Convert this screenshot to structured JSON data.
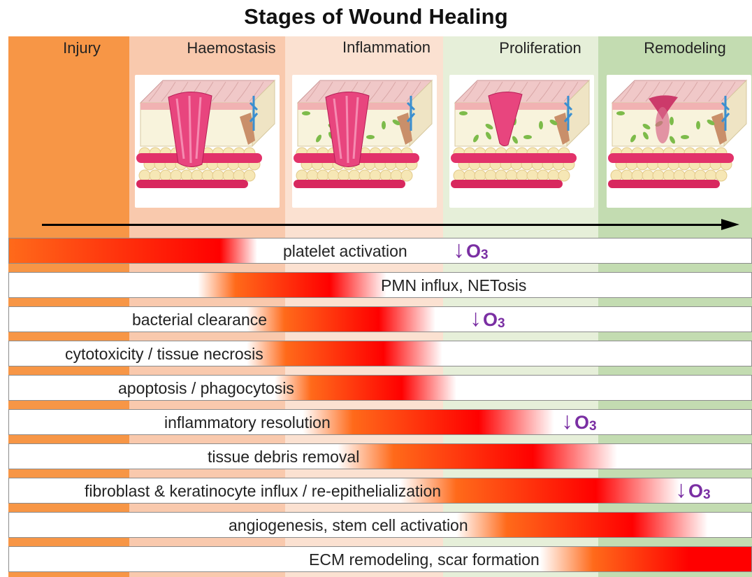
{
  "title": "Stages of Wound Healing",
  "stages": [
    {
      "label": "Injury",
      "color": "#f79646"
    },
    {
      "label": "Haemostasis",
      "color": "#f9c9ad"
    },
    {
      "label": "Inflammation",
      "color": "#fbe1d1"
    },
    {
      "label": "Proliferation",
      "color": "#e6efd9"
    },
    {
      "label": "Remodeling",
      "color": "#c3dcb1"
    }
  ],
  "panels": [
    {
      "stage": "Haemostasis",
      "wound": "open-deep"
    },
    {
      "stage": "Inflammation",
      "wound": "open-deep-cells"
    },
    {
      "stage": "Proliferation",
      "wound": "closing"
    },
    {
      "stage": "Remodeling",
      "wound": "scar"
    }
  ],
  "processes": [
    {
      "label": "platelet activation",
      "o3": true
    },
    {
      "label": "PMN influx, NETosis",
      "o3": false
    },
    {
      "label": "bacterial clearance",
      "o3": true
    },
    {
      "label": "cytotoxicity / tissue necrosis",
      "o3": false
    },
    {
      "label": "apoptosis / phagocytosis",
      "o3": false
    },
    {
      "label": "inflammatory resolution",
      "o3": true
    },
    {
      "label": "tissue debris removal",
      "o3": false
    },
    {
      "label": "fibroblast & keratinocyte influx / re-epithelialization",
      "o3": true
    },
    {
      "label": "angiogenesis, stem cell activation",
      "o3": false
    },
    {
      "label": "ECM remodeling, scar formation",
      "o3": false
    }
  ],
  "o3_marker": {
    "arrow": "↓",
    "text": "O",
    "subscript": "3"
  },
  "colors": {
    "bar_red": "#ff0000",
    "bar_orange": "#ff6a1a",
    "o3_purple": "#7a2fa3",
    "timeline": "#000000"
  }
}
